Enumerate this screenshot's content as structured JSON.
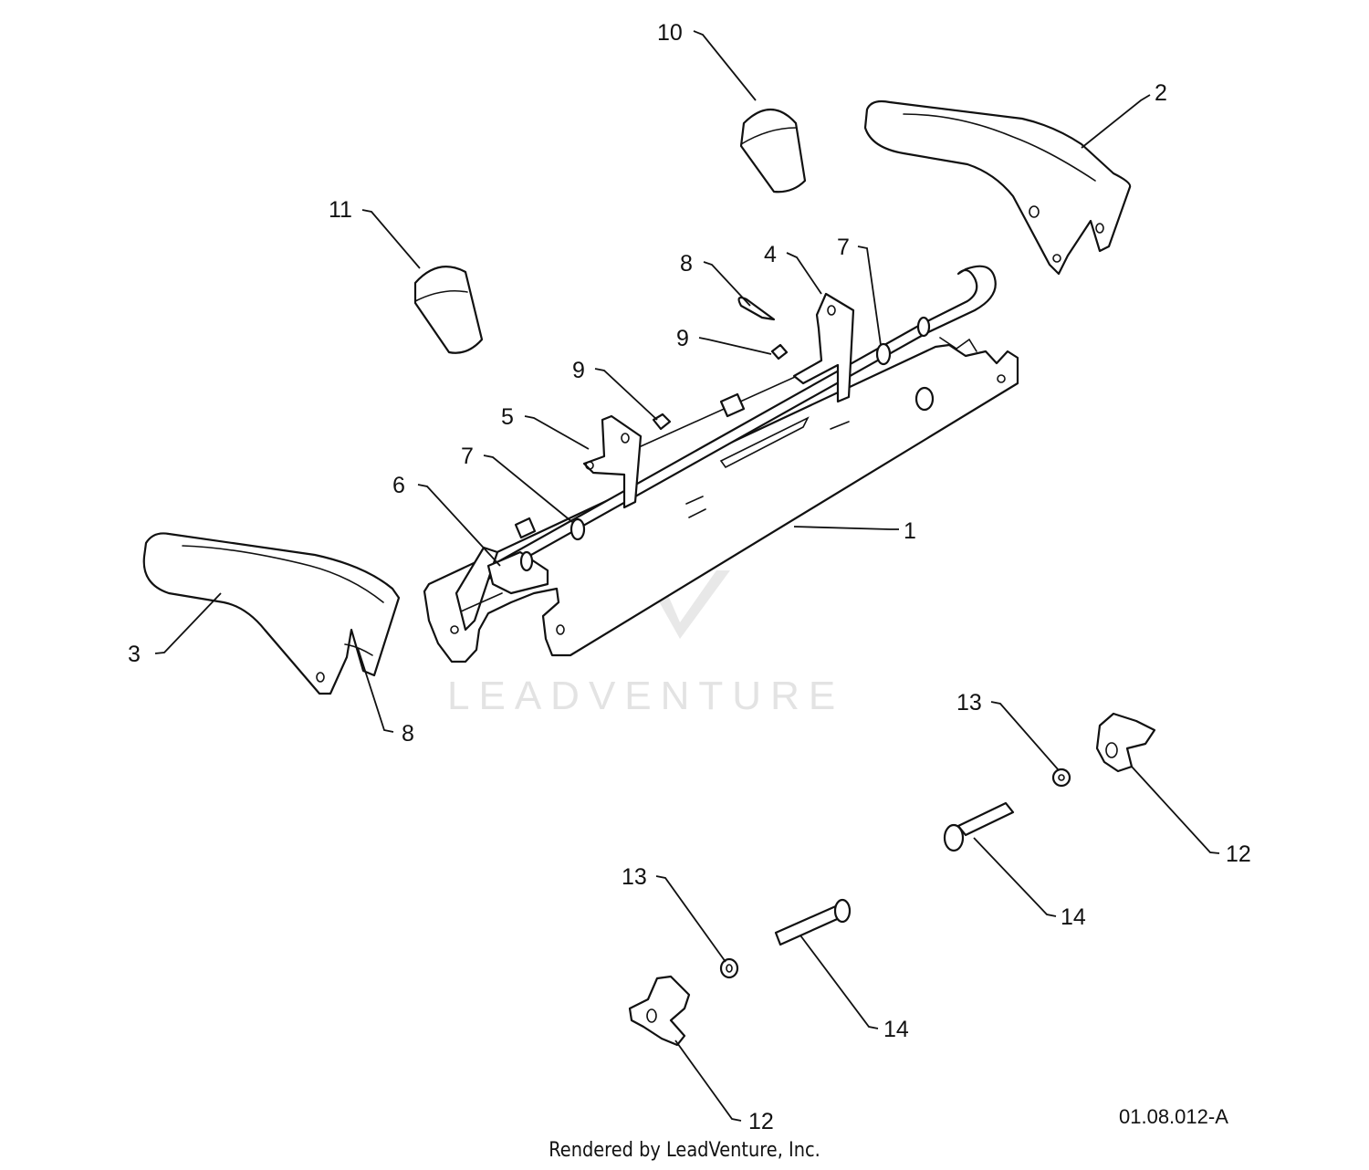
{
  "watermark": {
    "brand": "LEADVENTURE"
  },
  "callouts": {
    "c1": "1",
    "c2": "2",
    "c3": "3",
    "c4": "4",
    "c5": "5",
    "c6": "6",
    "c7a": "7",
    "c7b": "7",
    "c8a": "8",
    "c8b": "8",
    "c9a": "9",
    "c9b": "9",
    "c10": "10",
    "c11": "11",
    "c12a": "12",
    "c12b": "12",
    "c13a": "13",
    "c13b": "13",
    "c14a": "14",
    "c14b": "14"
  },
  "footer": {
    "diagram_code": "01.08.012-A",
    "credit": "Rendered by LeadVenture, Inc."
  }
}
